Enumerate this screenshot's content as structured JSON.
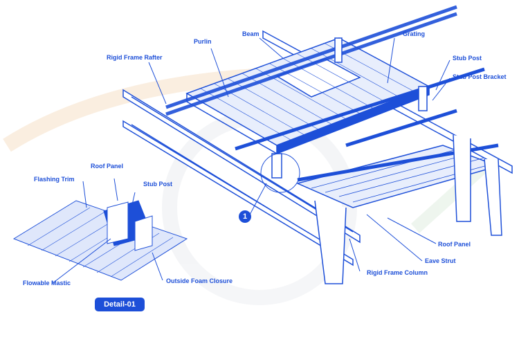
{
  "colors": {
    "accent": "#1d4fd8",
    "watermark_orange": "#f7e3cc",
    "watermark_green": "#e3f0e3"
  },
  "main_labels": {
    "rigid_frame_rafter": "Rigid Frame Rafter",
    "purlin": "Purlin",
    "beam": "Beam",
    "grating": "Grating",
    "stub_post": "Stub Post",
    "stub_post_bracket": "Stub Post Bracket",
    "roof_panel": "Roof Panel",
    "eave_strut": "Eave Strut",
    "rigid_frame_column": "Rigid Frame Column",
    "callout_number": "1"
  },
  "detail": {
    "flashing_trim": "Flashing Trim",
    "roof_panel": "Roof Panel",
    "stub_post": "Stub Post",
    "flowable_mastic": "Flowable Mastic",
    "outside_foam_closure": "Outside Foam Closure",
    "title": "Detail-01"
  }
}
